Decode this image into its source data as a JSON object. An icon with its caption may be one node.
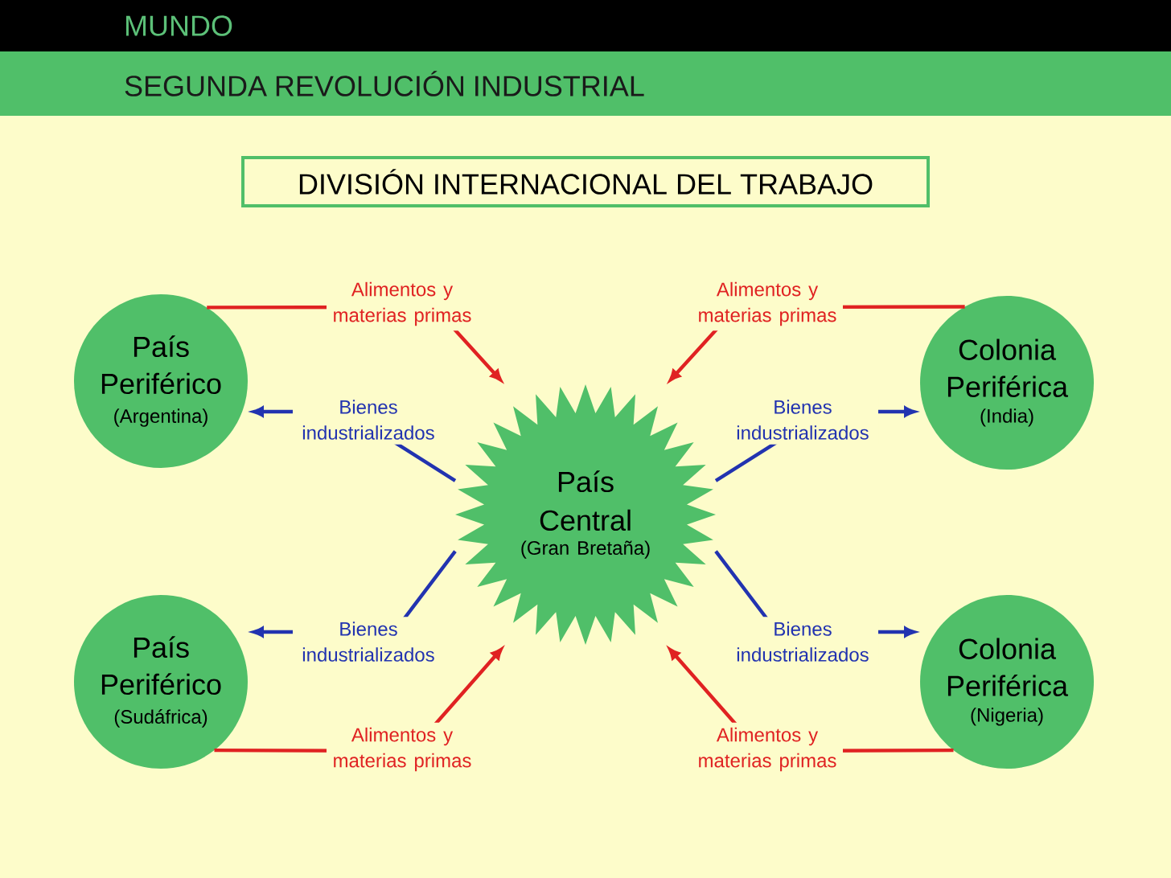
{
  "diagram": {
    "nodes": [
      {
        "text": [
          "MUNDO"
        ]
      },
      {
        "text": [
          "SEGUNDA REVOLUCIÓN INDUSTRIAL"
        ]
      },
      {
        "text": [
          "DIVISIÓN INTERNACIONAL DEL TRABAJO"
        ]
      },
      {
        "text": [
          "País Periférico",
          "(Argentina)"
        ]
      },
      {
        "text": [
          "Colonia Periférica",
          "(India)"
        ]
      },
      {
        "text": [
          "País Central",
          "(Gran Bretaña)"
        ]
      },
      {
        "text": [
          "País Periférico",
          "(Sudáfrica)"
        ]
      },
      {
        "text": [
          "Colonia Periférica",
          "(Nigeria)"
        ]
      }
    ],
    "edges": [
      {
        "from": 3,
        "to": 5,
        "arrow": "to",
        "label": "Alimentos y materias primas",
        "color": "#e02222"
      },
      {
        "from": 4,
        "to": 5,
        "arrow": "to",
        "label": "Alimentos y materias primas",
        "color": "#e02222"
      },
      {
        "from": 5,
        "to": 3,
        "arrow": "to",
        "label": "Bienes industrializados",
        "color": "#2233b0"
      },
      {
        "from": 5,
        "to": 4,
        "arrow": "to",
        "label": "Bienes industrializados",
        "color": "#2233b0"
      },
      {
        "from": 5,
        "to": 6,
        "arrow": "to",
        "label": "Bienes industrializados",
        "color": "#2233b0"
      },
      {
        "from": 5,
        "to": 7,
        "arrow": "to",
        "label": "Bienes industrializados",
        "color": "#2233b0"
      },
      {
        "from": 6,
        "to": 5,
        "arrow": "to",
        "label": "Alimentos y materias primas",
        "color": "#e02222"
      },
      {
        "from": 7,
        "to": 5,
        "arrow": "to",
        "label": "Alimentos y materias primas",
        "color": "#e02222"
      }
    ]
  }
}
